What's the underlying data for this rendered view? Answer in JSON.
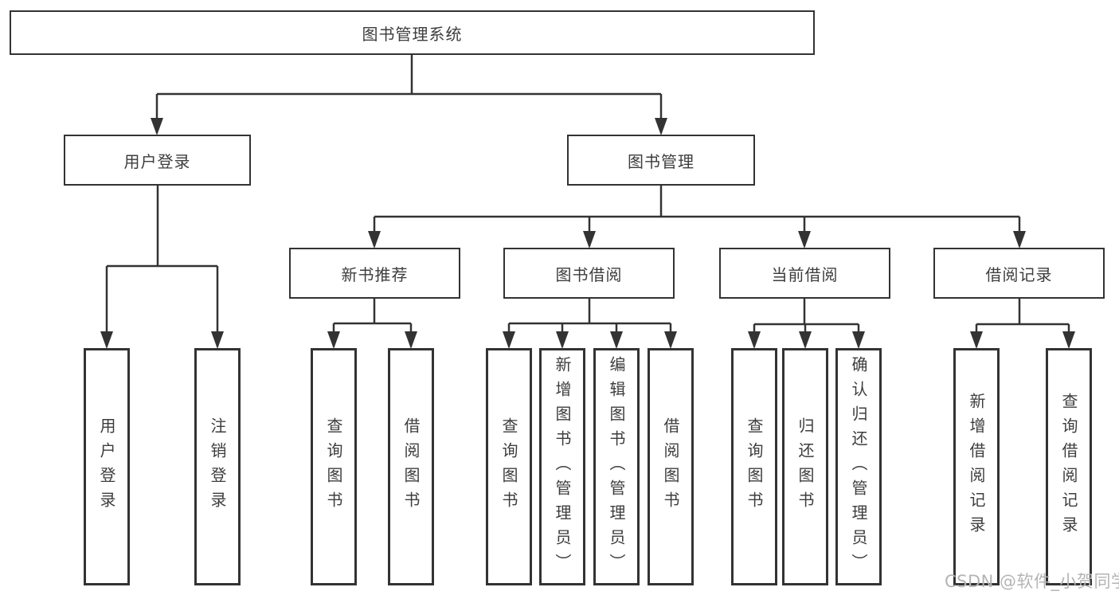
{
  "diagram": {
    "type": "tree",
    "root": {
      "label": "图书管理系统"
    },
    "branches": [
      {
        "label": "用户登录",
        "children": [
          {
            "label": "用户登录"
          },
          {
            "label": "注销登录"
          }
        ]
      },
      {
        "label": "图书管理",
        "children": [
          {
            "label": "新书推荐",
            "children": [
              {
                "label": "查询图书"
              },
              {
                "label": "借阅图书"
              }
            ]
          },
          {
            "label": "图书借阅",
            "children": [
              {
                "label": "查询图书"
              },
              {
                "label": "新增图书（管理员）"
              },
              {
                "label": "编辑图书（管理员）"
              },
              {
                "label": "借阅图书"
              }
            ]
          },
          {
            "label": "当前借阅",
            "children": [
              {
                "label": "查询图书"
              },
              {
                "label": "归还图书"
              },
              {
                "label": "确认归还（管理员）"
              }
            ]
          },
          {
            "label": "借阅记录",
            "children": [
              {
                "label": "新增借阅记录"
              },
              {
                "label": "查询借阅记录"
              }
            ]
          }
        ]
      }
    ]
  },
  "watermark": {
    "text": "CSDN @软件_小贺同学"
  },
  "colors": {
    "line": "#333333",
    "box_border": "#333333",
    "text": "#3d3d3d",
    "watermark": "#b4b4b4",
    "background": "#ffffff"
  }
}
